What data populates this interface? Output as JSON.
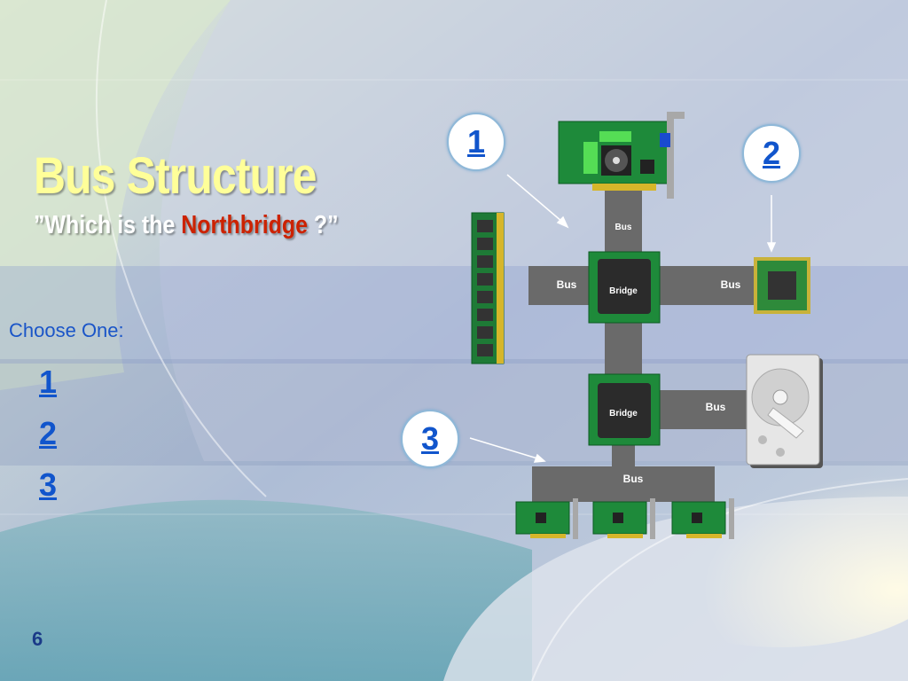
{
  "slide": {
    "title": "Bus Structure",
    "subtitle_prefix": "”Which is the ",
    "subtitle_highlight": "Northbridge",
    "subtitle_suffix": "  ?”",
    "choose_label": "Choose One:",
    "choices": [
      "1",
      "2",
      "3"
    ],
    "page_number": "6"
  },
  "diagram": {
    "callouts": [
      "1",
      "2",
      "3"
    ],
    "bus_labels": [
      "Bus",
      "Bus",
      "Bus",
      "Bus",
      "Bus"
    ],
    "bridge_labels": [
      "Bridge",
      "Bridge"
    ]
  },
  "colors": {
    "title": "#ffff99",
    "highlight": "#cc2200",
    "link": "#1155cc",
    "bus": "#6a6a6a",
    "board": "#1e8a3a"
  }
}
